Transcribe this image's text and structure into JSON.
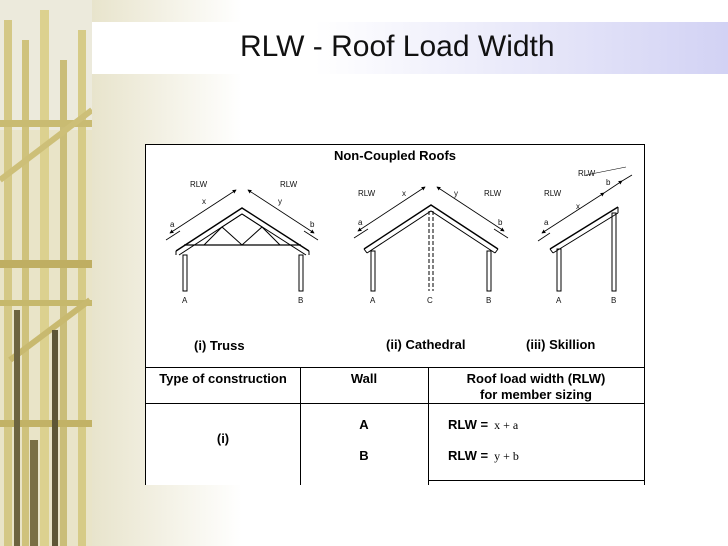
{
  "slide": {
    "title": "RLW - Roof Load Width",
    "colors": {
      "title_band_end": "#d2d2f4",
      "photo_timber": "#d8cf8e"
    }
  },
  "figure": {
    "title": "Non-Coupled Roofs",
    "diagrams": [
      {
        "caption": "(i)  Truss",
        "rlw_labels": [
          "RLW",
          "RLW"
        ],
        "dims": [
          "x",
          "y",
          "a",
          "b"
        ],
        "supports": [
          "A",
          "B"
        ]
      },
      {
        "caption": "(ii) Cathedral",
        "rlw_labels": [
          "RLW",
          "RLW"
        ],
        "dims": [
          "x",
          "y",
          "a",
          "b"
        ],
        "supports": [
          "A",
          "C",
          "B"
        ]
      },
      {
        "caption": "(iii) Skillion",
        "rlw_labels": [
          "RLW",
          "RLW"
        ],
        "dims": [
          "x",
          "a",
          "b"
        ],
        "supports": [
          "A",
          "B"
        ]
      }
    ],
    "table": {
      "headers": [
        "Type of construction",
        "Wall",
        "Roof load width (RLW)",
        "for member sizing"
      ],
      "rows": [
        {
          "type": "(i)",
          "wall": "A",
          "rlw_label": "RLW =",
          "formula": "x + a"
        },
        {
          "type": "",
          "wall": "B",
          "rlw_label": "RLW =",
          "formula": "y + b"
        }
      ]
    }
  }
}
